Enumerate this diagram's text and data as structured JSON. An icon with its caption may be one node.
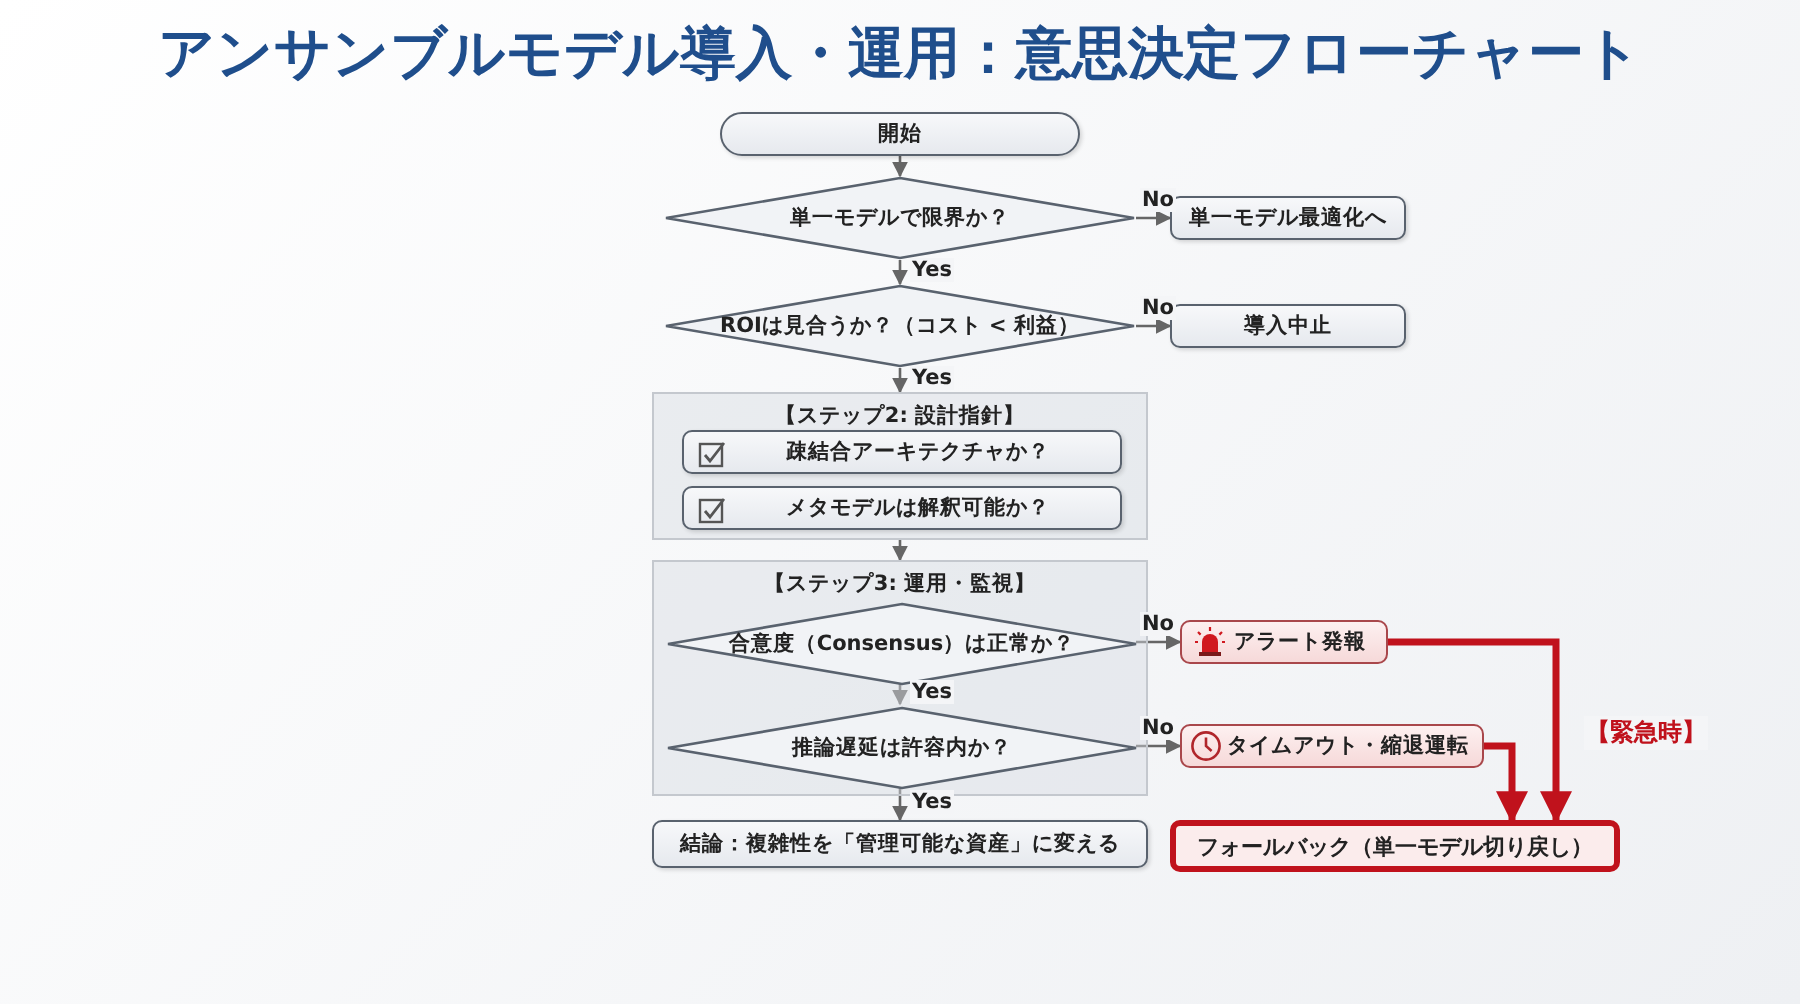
{
  "diagram": {
    "title": "アンサンブルモデル導入・運用：意思決定フローチャート",
    "nodes": [
      {
        "text": [
          "開始"
        ]
      },
      {
        "text": [
          "単一モデルで限界か？"
        ]
      },
      {
        "text": [
          "単一モデル最適化へ"
        ]
      },
      {
        "text": [
          "ROIは見合うか？（コスト < 利益）"
        ]
      },
      {
        "text": [
          "導入中止"
        ]
      },
      {
        "text": [
          "【ステップ2: 設計指針】"
        ]
      },
      {
        "text": [
          "疎結合アーキテクチャか？"
        ],
        "in": 5
      },
      {
        "text": [
          "メタモデルは解釈可能か？"
        ],
        "in": 5
      },
      {
        "text": [
          "【ステップ3: 運用・監視】"
        ]
      },
      {
        "text": [
          "合意度（Consensus）は正常か？"
        ],
        "in": 8
      },
      {
        "text": [
          "推論遅延は許容内か？"
        ],
        "in": 8
      },
      {
        "text": [
          "アラート発報"
        ]
      },
      {
        "text": [
          "タイムアウト・縮退運転"
        ]
      },
      {
        "text": [
          "結論：複雑性を「管理可能な資産」に変える"
        ]
      },
      {
        "text": [
          "フォールバック（単一モデル切り戻し）"
        ]
      }
    ],
    "edges": [
      {
        "from": 0,
        "to": 1,
        "arrow": "to"
      },
      {
        "from": 1,
        "to": 2,
        "arrow": "to",
        "label": "No"
      },
      {
        "from": 1,
        "to": 3,
        "arrow": "to",
        "label": "Yes"
      },
      {
        "from": 3,
        "to": 4,
        "arrow": "to",
        "label": "No"
      },
      {
        "from": 3,
        "to": 5,
        "arrow": "to",
        "label": "Yes"
      },
      {
        "from": 5,
        "to": 8,
        "arrow": "to"
      },
      {
        "from": 9,
        "to": 11,
        "arrow": "to",
        "label": "No"
      },
      {
        "from": 9,
        "to": 10,
        "arrow": "to",
        "label": "Yes"
      },
      {
        "from": 10,
        "to": 12,
        "arrow": "to",
        "label": "No"
      },
      {
        "from": 10,
        "to": 13,
        "arrow": "to",
        "label": "Yes"
      },
      {
        "from": 11,
        "to": 14,
        "arrow": "to",
        "label": "【緊急時】",
        "style": "thick",
        "color": "#c0121c"
      },
      {
        "from": 12,
        "to": 14,
        "arrow": "to",
        "style": "thick",
        "color": "#c0121c"
      }
    ]
  }
}
